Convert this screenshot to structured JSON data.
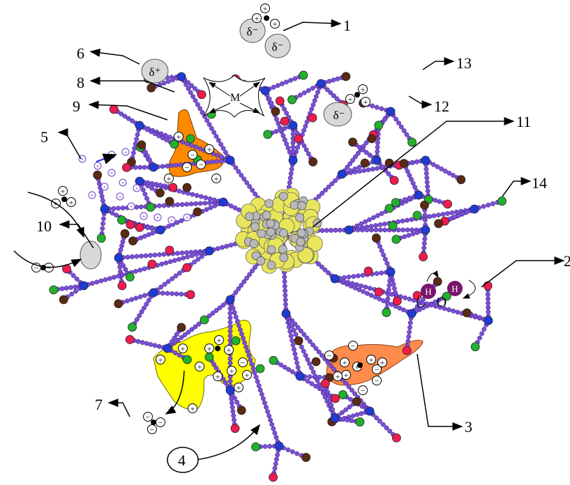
{
  "callouts": {
    "c1": "1",
    "c2": "2",
    "c3": "3",
    "c4": "4",
    "c5": "5",
    "c6": "6",
    "c7": "7",
    "c8": "8",
    "c9": "9",
    "c10": "10",
    "c11": "11",
    "c12": "12",
    "c13": "13",
    "c14": "14"
  },
  "symbols": {
    "delta_minus": "δ⁻",
    "delta_plus": "δ⁺",
    "metal": "M",
    "plus": "+",
    "minus": "−",
    "hydrogen": "H",
    "oxygen": "O"
  },
  "colors": {
    "chain_bead": "#7a4fd6",
    "branch_node": "#1f3bd6",
    "green_end": "#22b12c",
    "red_end": "#ee1c4e",
    "brown_end": "#5a2a12",
    "core_yellow": "#e8e65a",
    "core_gray": "#b9b9b9",
    "orange_cavity": "#ff8a00",
    "salmon_cavity": "#ff8c4a",
    "yellow_cavity": "#ffff00",
    "polar_site": "#d8d8d8",
    "water_h": "#7a156e"
  }
}
